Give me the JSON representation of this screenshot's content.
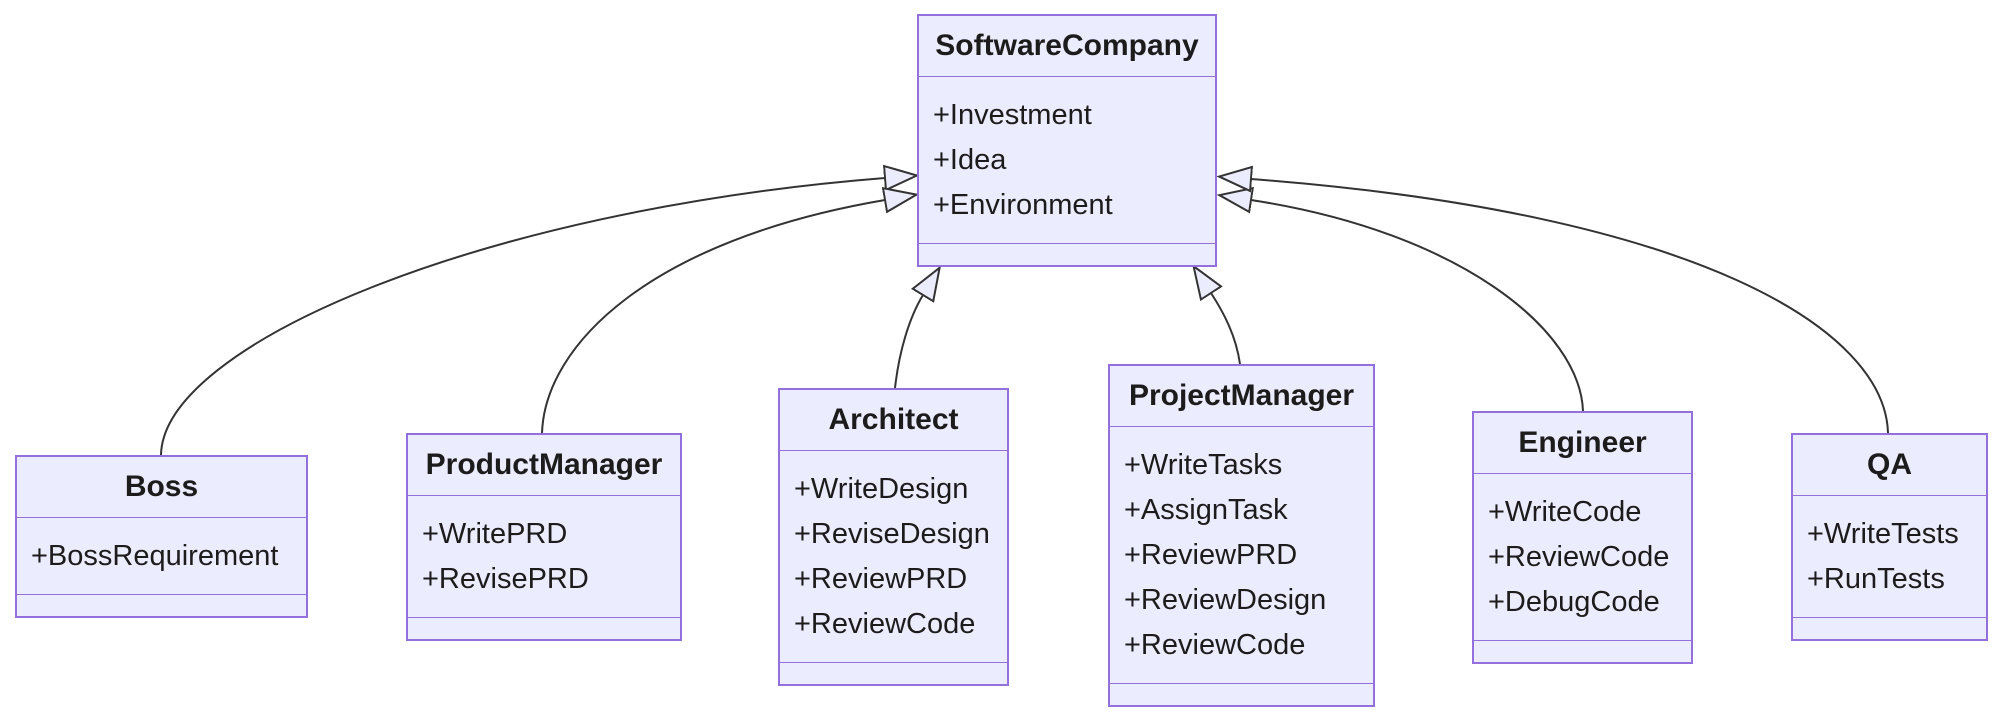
{
  "diagram_type": "uml-class-diagram",
  "colors": {
    "box_fill": "#ECECFF",
    "box_border": "#9370DB",
    "edge_stroke": "#333333",
    "text": "#1c1c1c",
    "background": "#ffffff"
  },
  "classes": [
    {
      "name": "SoftwareCompany",
      "members": [
        "+Investment",
        "+Idea",
        "+Environment"
      ]
    },
    {
      "name": "Boss",
      "members": [
        "+BossRequirement"
      ]
    },
    {
      "name": "ProductManager",
      "members": [
        "+WritePRD",
        "+RevisePRD"
      ]
    },
    {
      "name": "Architect",
      "members": [
        "+WriteDesign",
        "+ReviseDesign",
        "+ReviewPRD",
        "+ReviewCode"
      ]
    },
    {
      "name": "ProjectManager",
      "members": [
        "+WriteTasks",
        "+AssignTask",
        "+ReviewPRD",
        "+ReviewDesign",
        "+ReviewCode"
      ]
    },
    {
      "name": "Engineer",
      "members": [
        "+WriteCode",
        "+ReviewCode",
        "+DebugCode"
      ]
    },
    {
      "name": "QA",
      "members": [
        "+WriteTests",
        "+RunTests"
      ]
    }
  ],
  "relations": [
    {
      "from": "Boss",
      "to": "SoftwareCompany",
      "type": "inheritance"
    },
    {
      "from": "ProductManager",
      "to": "SoftwareCompany",
      "type": "inheritance"
    },
    {
      "from": "Architect",
      "to": "SoftwareCompany",
      "type": "inheritance"
    },
    {
      "from": "ProjectManager",
      "to": "SoftwareCompany",
      "type": "inheritance"
    },
    {
      "from": "Engineer",
      "to": "SoftwareCompany",
      "type": "inheritance"
    },
    {
      "from": "QA",
      "to": "SoftwareCompany",
      "type": "inheritance"
    }
  ]
}
